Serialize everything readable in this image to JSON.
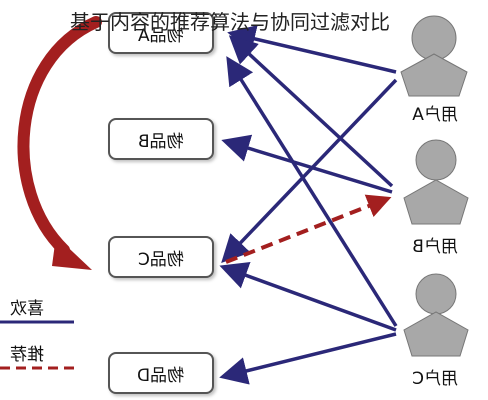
{
  "caption": "基于内容的推荐算法与协同过滤对比",
  "items": [
    "物品A",
    "物品B",
    "物品C",
    "物品D"
  ],
  "users": [
    "用户A",
    "用户B",
    "用户C"
  ],
  "legend": {
    "like": {
      "label": "喜欢",
      "color": "#2b2878"
    },
    "recommend": {
      "label": "推荐",
      "color": "#a31f1f"
    }
  },
  "colors": {
    "like": "#2b2878",
    "recommend": "#a31f1f",
    "user": "#a8a8a8"
  }
}
